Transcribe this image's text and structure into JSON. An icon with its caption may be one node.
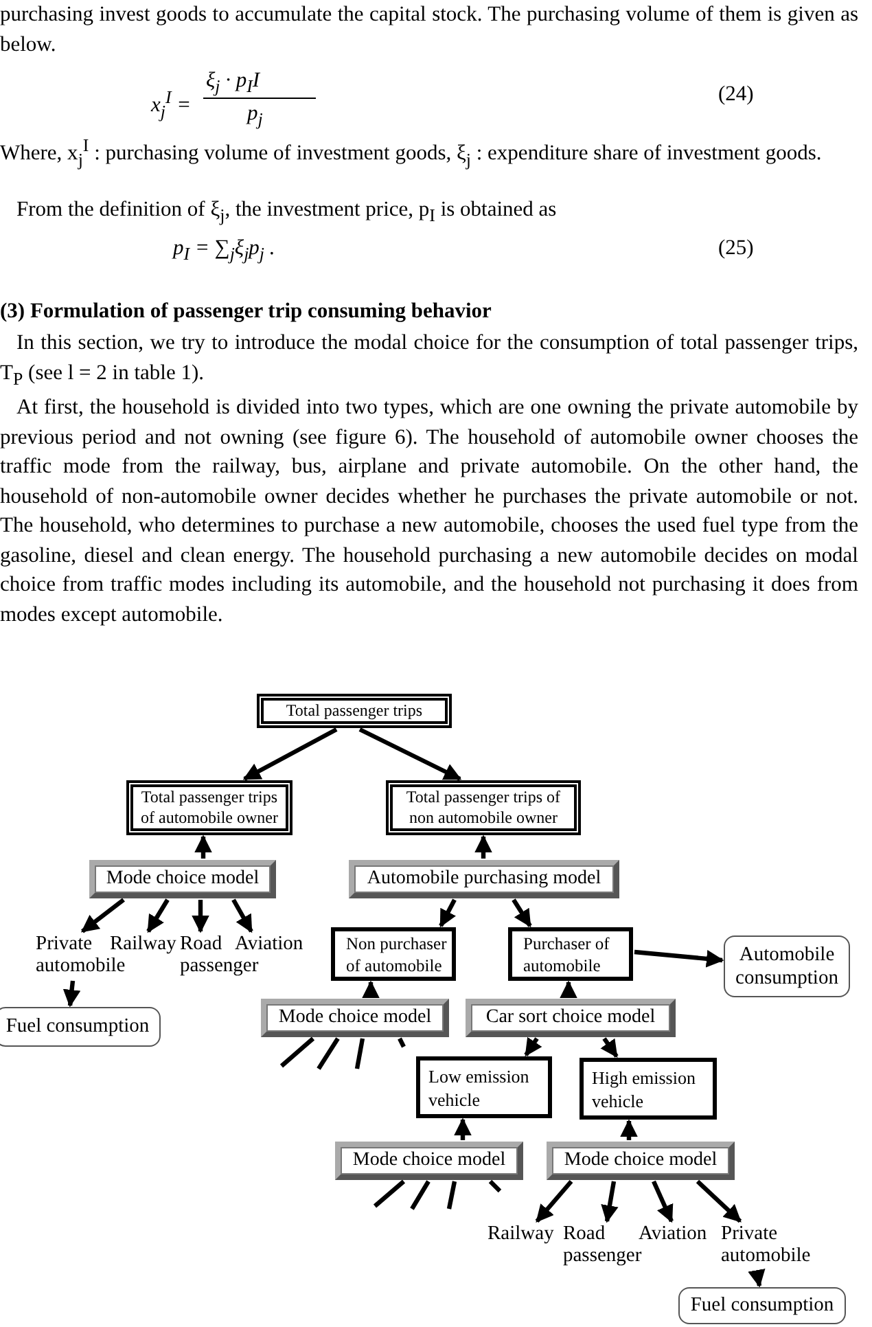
{
  "diagram": {
    "nodes": [
      {
        "text": [
          "Total passenger trips"
        ]
      },
      {
        "text": [
          "Total passenger trips of automobile owner"
        ]
      },
      {
        "text": [
          "Total passenger trips of non automobile owner"
        ]
      },
      {
        "text": [
          "Mode choice model"
        ]
      },
      {
        "text": [
          "Automobile purchasing model"
        ]
      },
      {
        "text": [
          "Private automobile"
        ]
      },
      {
        "text": [
          "Railway"
        ]
      },
      {
        "text": [
          "Road passenger"
        ]
      },
      {
        "text": [
          "Aviation"
        ]
      },
      {
        "text": [
          "Non purchaser of automobile"
        ]
      },
      {
        "text": [
          "Purchaser of automobile"
        ]
      },
      {
        "text": [
          "Automobile consumption"
        ]
      },
      {
        "text": [
          "Fuel consumption"
        ]
      },
      {
        "text": [
          "Mode choice model"
        ]
      },
      {
        "text": [
          "Car sort choice model"
        ]
      },
      {
        "text": [
          "Low emission vehicle"
        ]
      },
      {
        "text": [
          "High emission vehicle"
        ]
      },
      {
        "text": [
          "Mode choice model"
        ]
      },
      {
        "text": [
          "Mode choice model"
        ]
      },
      {
        "text": [
          "Railway"
        ]
      },
      {
        "text": [
          "Road passenger"
        ]
      },
      {
        "text": [
          "Aviation"
        ]
      },
      {
        "text": [
          "Private automobile"
        ]
      },
      {
        "text": [
          "Fuel consumption"
        ]
      }
    ],
    "edges": [
      {
        "from": 0,
        "to": 1,
        "arrow": "to"
      },
      {
        "from": 0,
        "to": 2,
        "arrow": "to"
      },
      {
        "from": 3,
        "to": 1,
        "arrow": "to"
      },
      {
        "from": 4,
        "to": 2,
        "arrow": "to"
      },
      {
        "from": 3,
        "to": 5,
        "arrow": "to"
      },
      {
        "from": 3,
        "to": 6,
        "arrow": "to"
      },
      {
        "from": 3,
        "to": 7,
        "arrow": "to"
      },
      {
        "from": 3,
        "to": 8,
        "arrow": "to"
      },
      {
        "from": 5,
        "to": 12,
        "arrow": "to"
      },
      {
        "from": 4,
        "to": 9,
        "arrow": "to"
      },
      {
        "from": 4,
        "to": 10,
        "arrow": "to"
      },
      {
        "from": 10,
        "to": 11,
        "arrow": "to"
      },
      {
        "from": 13,
        "to": 9,
        "arrow": "to"
      },
      {
        "from": 14,
        "to": 10,
        "arrow": "to"
      },
      {
        "from": 13,
        "to": null,
        "arrow": "none"
      },
      {
        "from": 13,
        "to": null,
        "arrow": "none"
      },
      {
        "from": 13,
        "to": null,
        "arrow": "none"
      },
      {
        "from": 13,
        "to": null,
        "arrow": "none"
      },
      {
        "from": 14,
        "to": 15,
        "arrow": "to"
      },
      {
        "from": 14,
        "to": 16,
        "arrow": "to"
      },
      {
        "from": 17,
        "to": 15,
        "arrow": "to"
      },
      {
        "from": 18,
        "to": 16,
        "arrow": "to"
      },
      {
        "from": 17,
        "to": null,
        "arrow": "none"
      },
      {
        "from": 17,
        "to": null,
        "arrow": "none"
      },
      {
        "from": 17,
        "to": null,
        "arrow": "none"
      },
      {
        "from": 17,
        "to": null,
        "arrow": "none"
      },
      {
        "from": 18,
        "to": 19,
        "arrow": "to"
      },
      {
        "from": 18,
        "to": 20,
        "arrow": "to"
      },
      {
        "from": 18,
        "to": 21,
        "arrow": "to"
      },
      {
        "from": 18,
        "to": 22,
        "arrow": "to"
      },
      {
        "from": 22,
        "to": 23,
        "arrow": "to"
      }
    ],
    "labels": [
      "purchasing invest goods to accumulate the capital stock. The purchasing volume of them is given as below.",
      "x$_{j}$$^{I}$ =",
      "ξ$_{j}$ · p$_{I}$I",
      "p$_{j}$",
      "(24)",
      "Where, x$_{j}$$^{I}$ : purchasing volume of investment goods, ξ$_{j}$ : expenditure share of investment goods.",
      "From the definition of ξ$_{j}$, the investment price, p$_{I}$ is obtained as",
      "p$_{I}$ = ∑$_{j}$ξ$_{j}$p$_{j}$ .",
      "(25)",
      "(3) Formulation of passenger trip consuming behavior",
      "In this section, we try to introduce the modal choice for the consumption of total passenger trips, T$_{P}$ (see l = 2 in table 1).",
      "At first, the household is divided into two types, which are one owning the private automobile by previous period and not owning (see figure 6). The household of automobile owner chooses the traffic mode from the railway, bus, airplane and private automobile. On the other hand, the household of non-automobile owner decides whether he purchases the private automobile or not. The household, who determines to purchase a new automobile, chooses the used fuel type from the gasoline, diesel and clean energy. The household purchasing a new automobile decides on modal choice from traffic modes including its automobile, and the household not purchasing it does from modes except automobile."
    ]
  }
}
